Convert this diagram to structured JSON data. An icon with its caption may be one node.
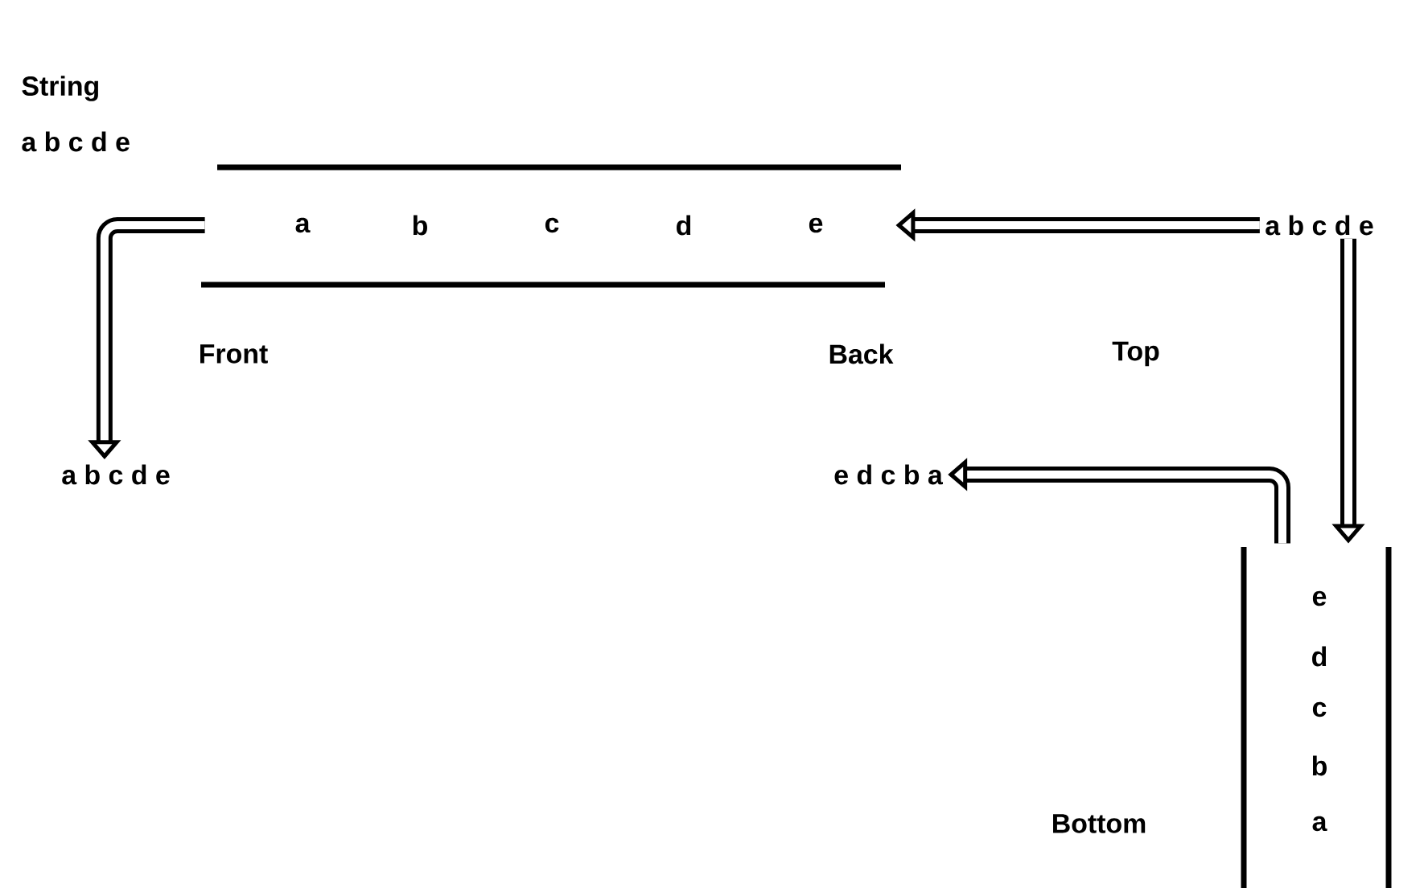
{
  "diagram": {
    "nodes": [
      {
        "text": [
          "a",
          "b",
          "c",
          "d",
          "e"
        ],
        "beside": [
          "Front",
          "Back"
        ]
      },
      {
        "text": [
          "a b c d e"
        ]
      },
      {
        "text": [
          "a b c d e"
        ]
      },
      {
        "text": [
          "e",
          "d",
          "c",
          "b",
          "a"
        ],
        "beside": [
          "Bottom"
        ]
      },
      {
        "text": [
          "e d c b a"
        ]
      }
    ],
    "edges": [
      {
        "from": 1,
        "to": 0,
        "arrow": "to"
      },
      {
        "from": 0,
        "to": 2,
        "arrow": "to"
      },
      {
        "from": 1,
        "to": 3,
        "arrow": "to"
      },
      {
        "from": 3,
        "to": 4,
        "arrow": "to"
      }
    ],
    "labels": [
      "String",
      "a b c d e",
      "Top"
    ]
  }
}
